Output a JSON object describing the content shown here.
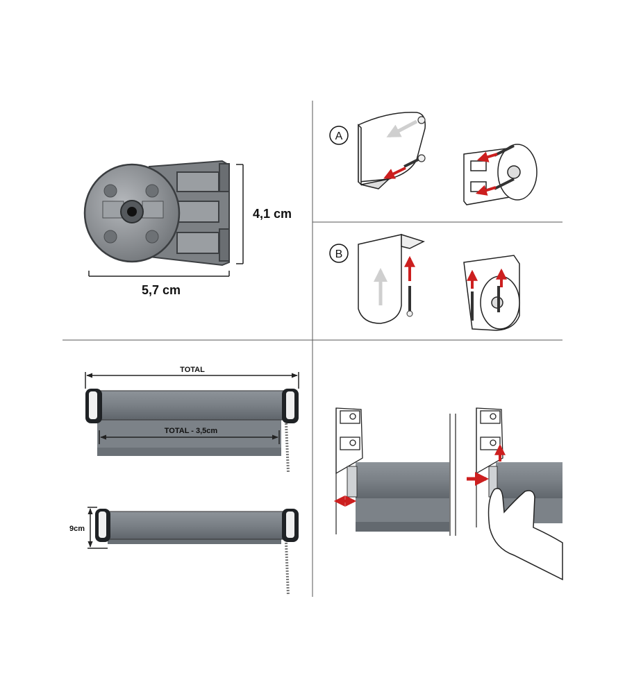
{
  "labels": {
    "bracket_height": "4,1 cm",
    "bracket_width": "5,7 cm",
    "option_a": "A",
    "option_b": "B",
    "total": "TOTAL",
    "total_minus": "TOTAL - 3,5cm",
    "height_9": "9cm"
  },
  "colors": {
    "line": "#333333",
    "arrow_red": "#cc1f1f",
    "fabric": "#7f858b",
    "fabric_dark": "#6c7278",
    "metal": "#8a8d91",
    "ghost_arrow": "#cfcfcf"
  }
}
